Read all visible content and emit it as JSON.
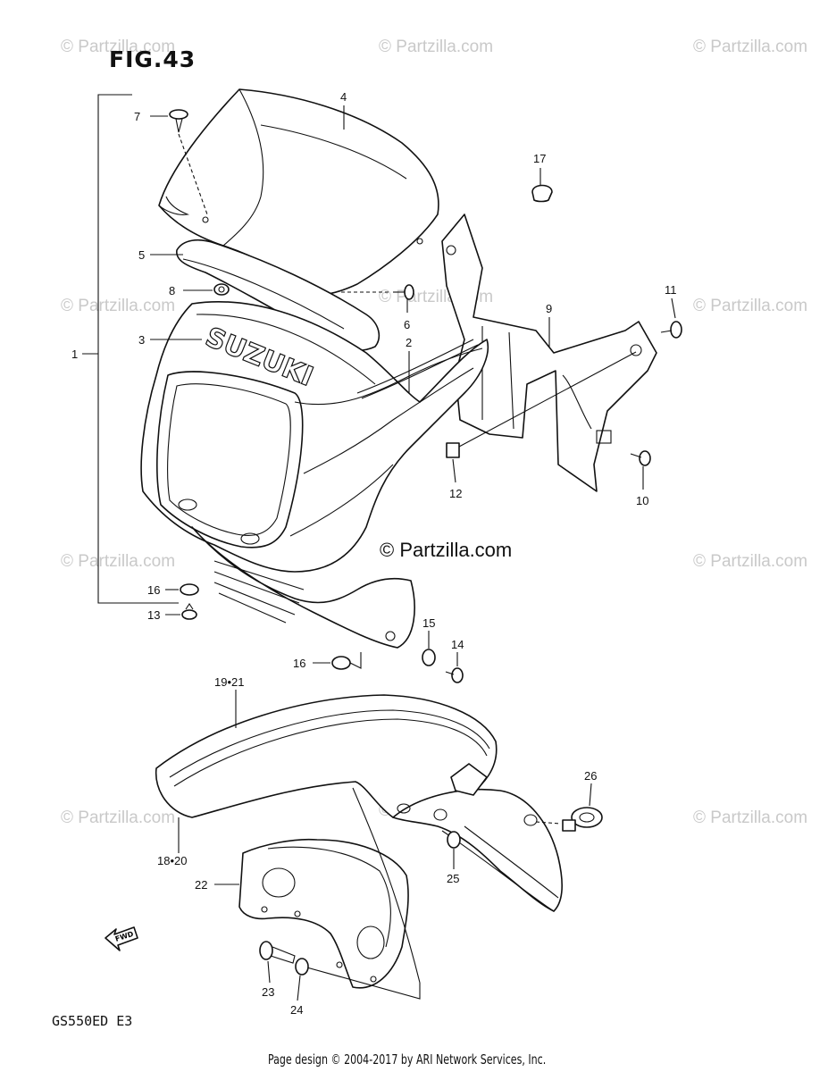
{
  "figure": {
    "title": "FIG.43",
    "model_code": "GS550ED  E3",
    "footer": "Page design © 2004-2017 by ARI Network Services, Inc.",
    "copyright_main": "© Partzilla.com",
    "watermark": "© Partzilla.com",
    "fwd_label": "FWD"
  },
  "callouts": [
    {
      "id": "c1",
      "label": "1"
    },
    {
      "id": "c2",
      "label": "2"
    },
    {
      "id": "c3",
      "label": "3"
    },
    {
      "id": "c4",
      "label": "4"
    },
    {
      "id": "c5",
      "label": "5"
    },
    {
      "id": "c6",
      "label": "6"
    },
    {
      "id": "c7",
      "label": "7"
    },
    {
      "id": "c8",
      "label": "8"
    },
    {
      "id": "c9",
      "label": "9"
    },
    {
      "id": "c10",
      "label": "10"
    },
    {
      "id": "c11",
      "label": "11"
    },
    {
      "id": "c12",
      "label": "12"
    },
    {
      "id": "c13",
      "label": "13"
    },
    {
      "id": "c14",
      "label": "14"
    },
    {
      "id": "c15",
      "label": "15"
    },
    {
      "id": "c16a",
      "label": "16"
    },
    {
      "id": "c16b",
      "label": "16"
    },
    {
      "id": "c17",
      "label": "17"
    },
    {
      "id": "c1821",
      "label": "19•21"
    },
    {
      "id": "c1820",
      "label": "18•20"
    },
    {
      "id": "c22",
      "label": "22"
    },
    {
      "id": "c23",
      "label": "23"
    },
    {
      "id": "c24",
      "label": "24"
    },
    {
      "id": "c25",
      "label": "25"
    },
    {
      "id": "c26",
      "label": "26"
    }
  ],
  "brand_text": "SUZUKI"
}
